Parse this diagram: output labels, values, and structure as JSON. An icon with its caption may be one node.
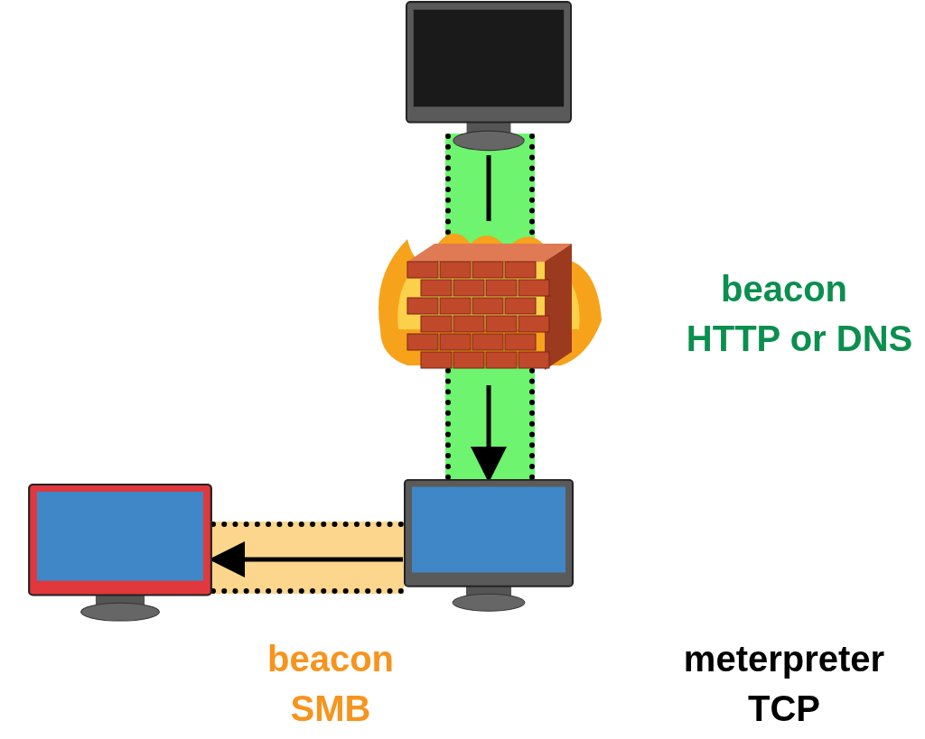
{
  "diagram": {
    "nodes": [
      {
        "text": [],
        "shape": "picture"
      },
      {
        "text": [],
        "shape": "picture"
      },
      {
        "text": [],
        "shape": "picture"
      },
      {
        "text": [],
        "shape": "picture"
      }
    ],
    "edges": [
      {
        "from": 0,
        "to": 1,
        "arrow": "none"
      },
      {
        "from": 1,
        "to": 3,
        "arrow": "to"
      },
      {
        "from": 3,
        "to": 2,
        "arrow": "to"
      }
    ],
    "labels": [
      "beacon",
      "HTTP or DNS",
      "beacon",
      "SMB",
      "meterpreter",
      "TCP"
    ]
  }
}
